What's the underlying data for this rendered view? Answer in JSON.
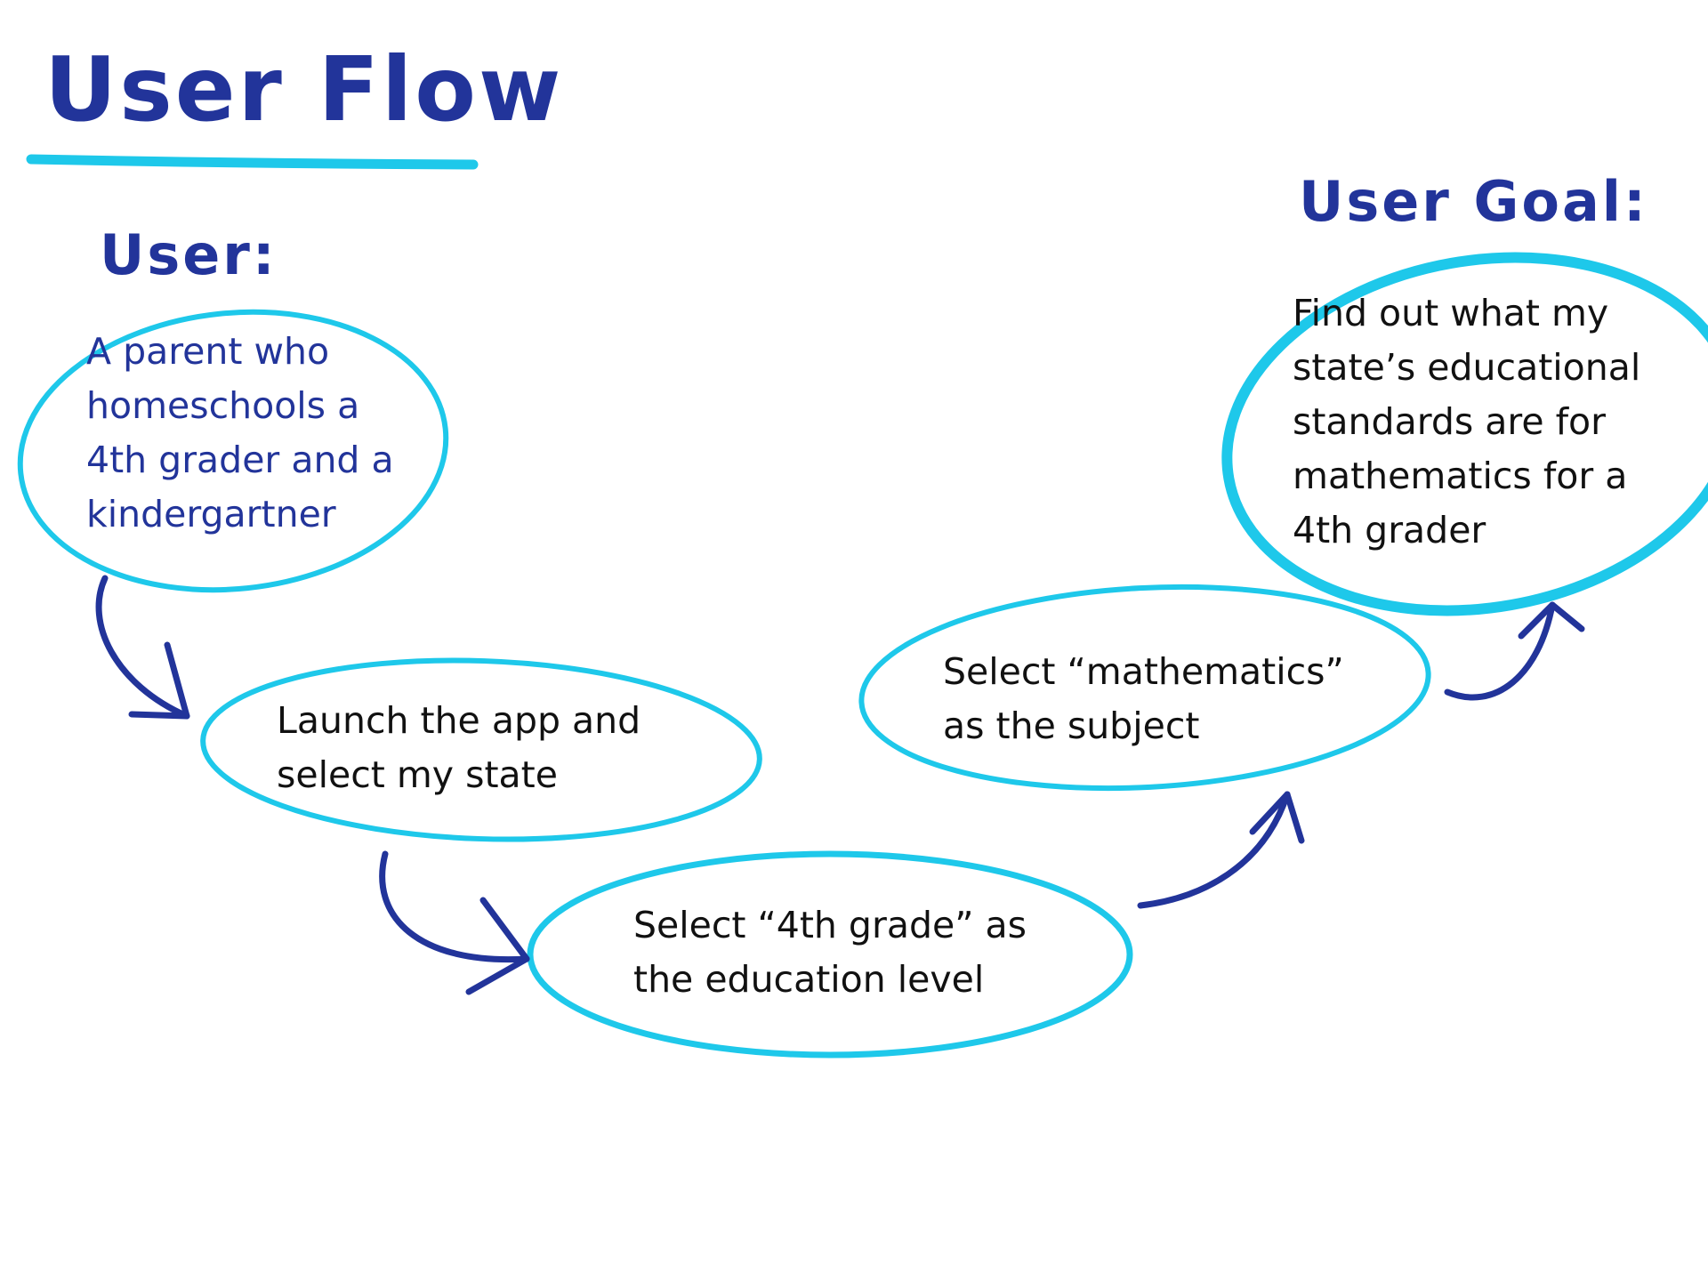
{
  "title": "User Flow",
  "user_label": "User:",
  "goal_label": "User Goal:",
  "user_node": {
    "lines": [
      "A parent who",
      "homeschools a",
      "4th grader and a",
      "kindergartner"
    ]
  },
  "steps": [
    {
      "lines": [
        "Launch the app and",
        "select my state"
      ]
    },
    {
      "lines": [
        "Select “4th grade” as",
        "the education level"
      ]
    },
    {
      "lines": [
        "Select “mathematics”",
        "as the subject"
      ]
    }
  ],
  "goal_node": {
    "lines": [
      "Find out what my",
      "state’s educational",
      "standards are for",
      "mathematics for a",
      "4th grader"
    ]
  },
  "colors": {
    "heading": "#22349a",
    "ellipse": "#1ec8ea",
    "arrow": "#22349a",
    "body_text": "#111111"
  }
}
